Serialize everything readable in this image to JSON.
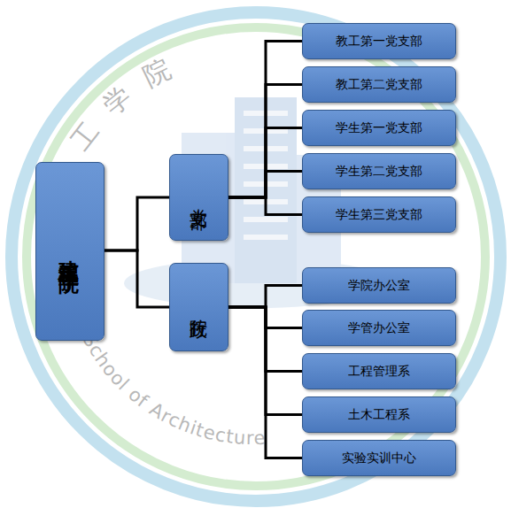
{
  "diagram": {
    "nodes": [
      {
        "text": [
          "建筑工程学院"
        ]
      },
      {
        "text": [
          "党支部"
        ]
      },
      {
        "text": [
          "院行政"
        ]
      },
      {
        "text": [
          "教工第一党支部"
        ]
      },
      {
        "text": [
          "教工第二党支部"
        ]
      },
      {
        "text": [
          "学生第一党支部"
        ]
      },
      {
        "text": [
          "学生第二党支部"
        ]
      },
      {
        "text": [
          "学生第三党支部"
        ]
      },
      {
        "text": [
          "学院办公室"
        ]
      },
      {
        "text": [
          "学管办公室"
        ]
      },
      {
        "text": [
          "工程管理系"
        ]
      },
      {
        "text": [
          "土木工程系"
        ]
      },
      {
        "text": [
          "实验实训中心"
        ]
      }
    ],
    "edges": [
      {
        "from": 0,
        "to": 1,
        "arrow": "none"
      },
      {
        "from": 0,
        "to": 2,
        "arrow": "none"
      },
      {
        "from": 1,
        "to": 3,
        "arrow": "none"
      },
      {
        "from": 1,
        "to": 4,
        "arrow": "none"
      },
      {
        "from": 1,
        "to": 5,
        "arrow": "none"
      },
      {
        "from": 1,
        "to": 6,
        "arrow": "none"
      },
      {
        "from": 1,
        "to": 7,
        "arrow": "none"
      },
      {
        "from": 2,
        "to": 8,
        "arrow": "none"
      },
      {
        "from": 2,
        "to": 9,
        "arrow": "none"
      },
      {
        "from": 2,
        "to": 10,
        "arrow": "none"
      },
      {
        "from": 2,
        "to": 11,
        "arrow": "none"
      },
      {
        "from": 2,
        "to": 12,
        "arrow": "none"
      }
    ],
    "labels": [
      "工学院",
      "School of Architecture"
    ]
  }
}
